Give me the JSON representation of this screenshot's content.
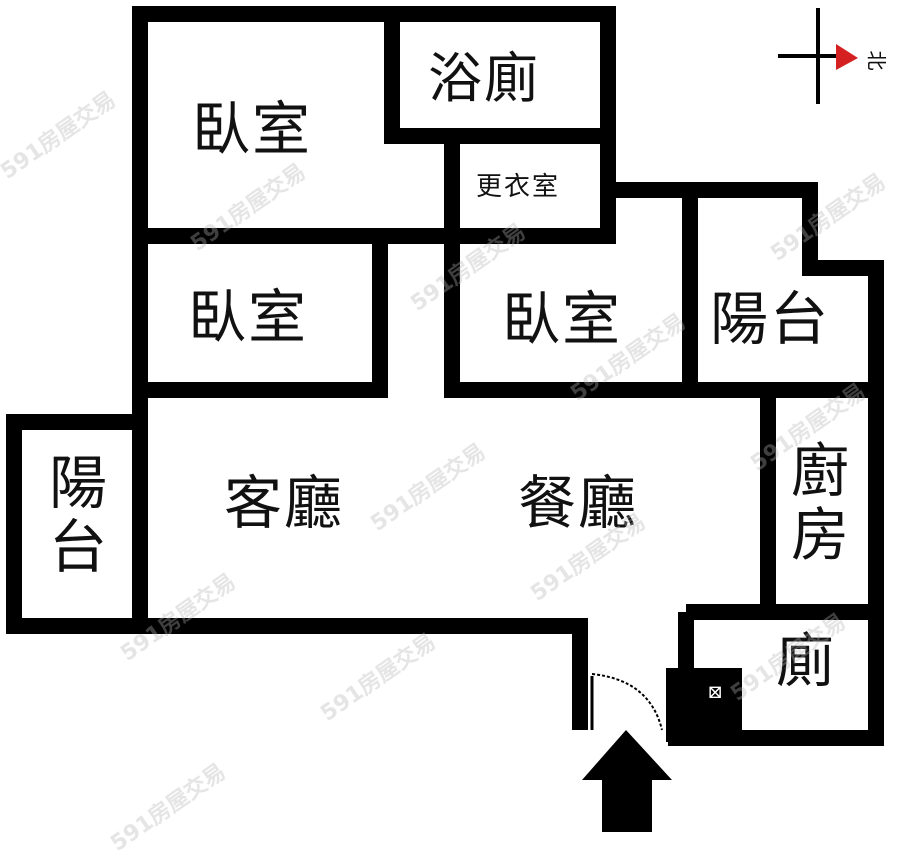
{
  "rooms": {
    "bedroom_1": "臥室",
    "bathroom_main": "浴廁",
    "walk_in_closet": "更衣室",
    "bedroom_2": "臥室",
    "bedroom_3": "臥室",
    "balcony_east": "陽台",
    "balcony_west": "陽台",
    "living_room": "客廳",
    "dining_room": "餐廳",
    "kitchen": "廚房",
    "toilet": "廁"
  },
  "compass": {
    "direction_label": "北",
    "arrow_color": "#d42020"
  },
  "entrance": {
    "icon": "up-arrow-icon"
  },
  "watermark": "591房屋交易",
  "colors": {
    "wall": "#000000",
    "background": "#ffffff"
  }
}
